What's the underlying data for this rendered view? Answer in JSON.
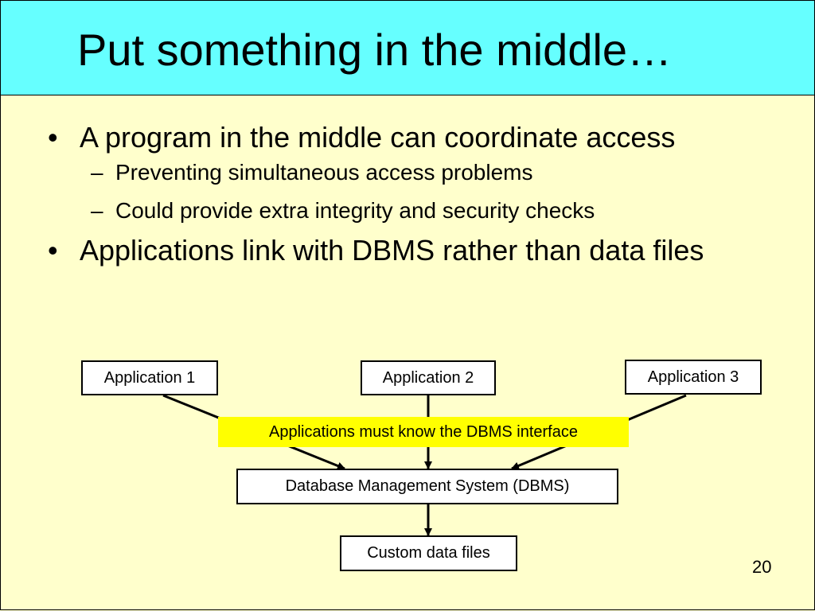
{
  "slide": {
    "title": "Put something in the middle…",
    "page_number": "20",
    "colors": {
      "title_background": "#66ffff",
      "body_background": "#ffffcc",
      "callout_background": "#ffff00"
    }
  },
  "bullets": [
    {
      "level": 1,
      "marker": "•",
      "text": "A program in the middle can coordinate access"
    },
    {
      "level": 2,
      "marker": "–",
      "text": "Preventing simultaneous access problems"
    },
    {
      "level": 2,
      "marker": "–",
      "text": "Could provide extra integrity and security checks"
    },
    {
      "level": 1,
      "marker": "•",
      "text": "Applications link with DBMS rather than data files"
    }
  ],
  "diagram": {
    "applications": [
      "Application 1",
      "Application 2",
      "Application 3"
    ],
    "callout": "Applications must know the DBMS interface",
    "dbms": "Database Management System (DBMS)",
    "data_files": "Custom data files"
  }
}
